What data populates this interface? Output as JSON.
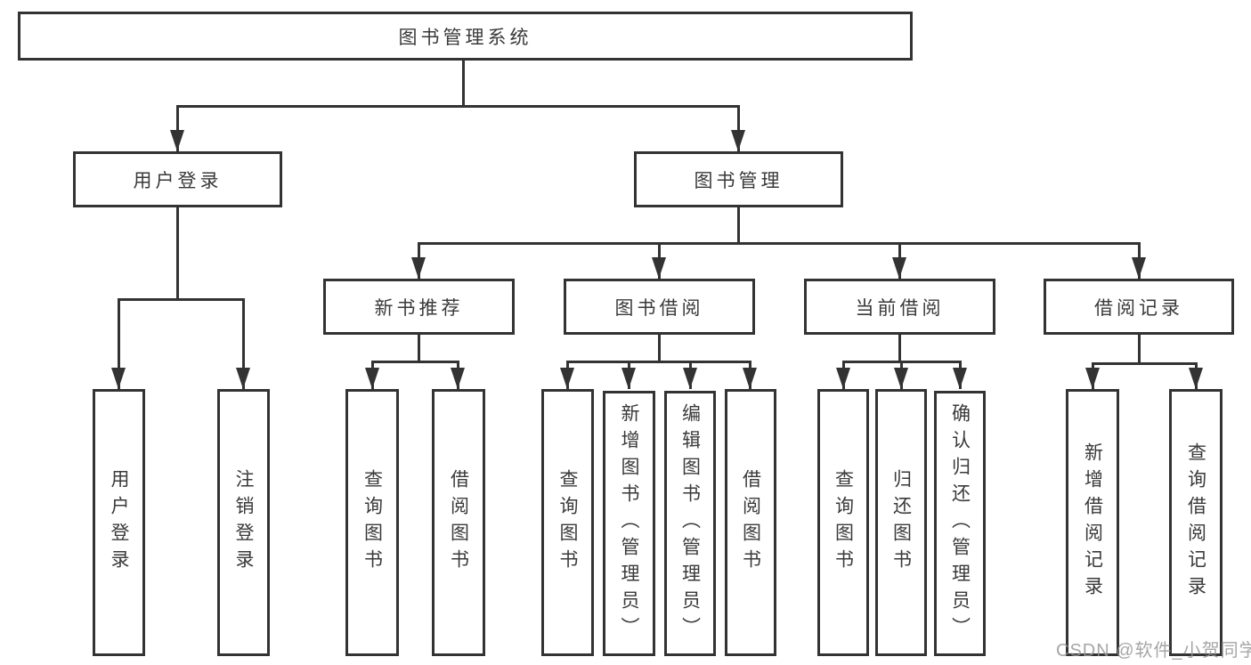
{
  "nodes": {
    "root": {
      "label": "图书管理系统"
    },
    "level2": [
      {
        "label": "用户登录"
      },
      {
        "label": "图书管理"
      }
    ],
    "level3": [
      {
        "label": "新书推荐"
      },
      {
        "label": "图书借阅"
      },
      {
        "label": "当前借阅"
      },
      {
        "label": "借阅记录"
      }
    ],
    "leaves": {
      "login": [
        {
          "label": "用户登录"
        },
        {
          "label": "注销登录"
        }
      ],
      "recommend": [
        {
          "label": "查询图书"
        },
        {
          "label": "借阅图书"
        }
      ],
      "borrow": [
        {
          "label": "查询图书"
        },
        {
          "label": "新增图书（管理员）"
        },
        {
          "label": "编辑图书（管理员）"
        },
        {
          "label": "借阅图书"
        }
      ],
      "current": [
        {
          "label": "查询图书"
        },
        {
          "label": "归还图书"
        },
        {
          "label": "确认归还（管理员）"
        }
      ],
      "records": [
        {
          "label": "新增借阅记录"
        },
        {
          "label": "查询借阅记录"
        }
      ]
    }
  },
  "watermark": {
    "text": "CSDN @软件_小贺同学"
  },
  "colors": {
    "line": "#333333",
    "text": "#3a3a3a",
    "background": "#ffffff",
    "watermark": "#969696"
  }
}
